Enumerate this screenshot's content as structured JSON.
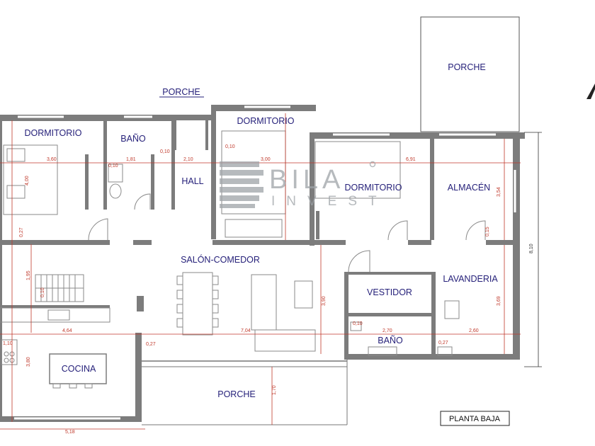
{
  "rooms": {
    "porche_top_right": "PORCHE",
    "porche_hall": "PORCHE",
    "dormitorio_1": "DORMITORIO",
    "bano_1": "BAÑO",
    "hall": "HALL",
    "dormitorio_2": "DORMITORIO",
    "dormitorio_3": "DORMITORIO",
    "almacen": "ALMACÉN",
    "salon": "SALÓN-COMEDOR",
    "vestidor": "VESTIDOR",
    "lavanderia": "LAVANDERIA",
    "bano_2": "BAÑO",
    "cocina": "COCINA",
    "porche_bottom": "PORCHE"
  },
  "dimensions": {
    "d_3_60": "3,60",
    "d_1_81": "1,81",
    "d_0_10_a": "0,10",
    "d_2_10": "2,10",
    "d_0_10_b": "0,10",
    "d_3_00": "3,00",
    "d_6_91": "6,91",
    "d_0_10_c": "0,10",
    "d_4_00": "4,00",
    "d_0_27_a": "0,27",
    "d_1_95": "1,95",
    "d_0_10_d": "0,10",
    "d_4_64": "4,64",
    "d_0_27_b": "0,27",
    "d_7_04": "7,04",
    "d_3_90": "3,90",
    "d_0_10_e": "0,10",
    "d_2_70": "2,70",
    "d_0_27_c": "0,27",
    "d_2_60": "2,60",
    "d_3_54": "3,54",
    "d_0_15": "0,15",
    "d_3_69": "3,69",
    "d_8_10": "8,10",
    "d_3_80": "3,80",
    "d_1_70": "1,70",
    "d_5_18": "5,18",
    "d_1_10": "1,10"
  },
  "watermark": {
    "brand": "BILA",
    "sub": "INVEST"
  },
  "plan_label": "PLANTA BAJA",
  "colors": {
    "room_text": "#26217a",
    "dimension_text": "#c0392b",
    "wall": "#7c7c7c",
    "watermark": "#9ea3a8"
  }
}
